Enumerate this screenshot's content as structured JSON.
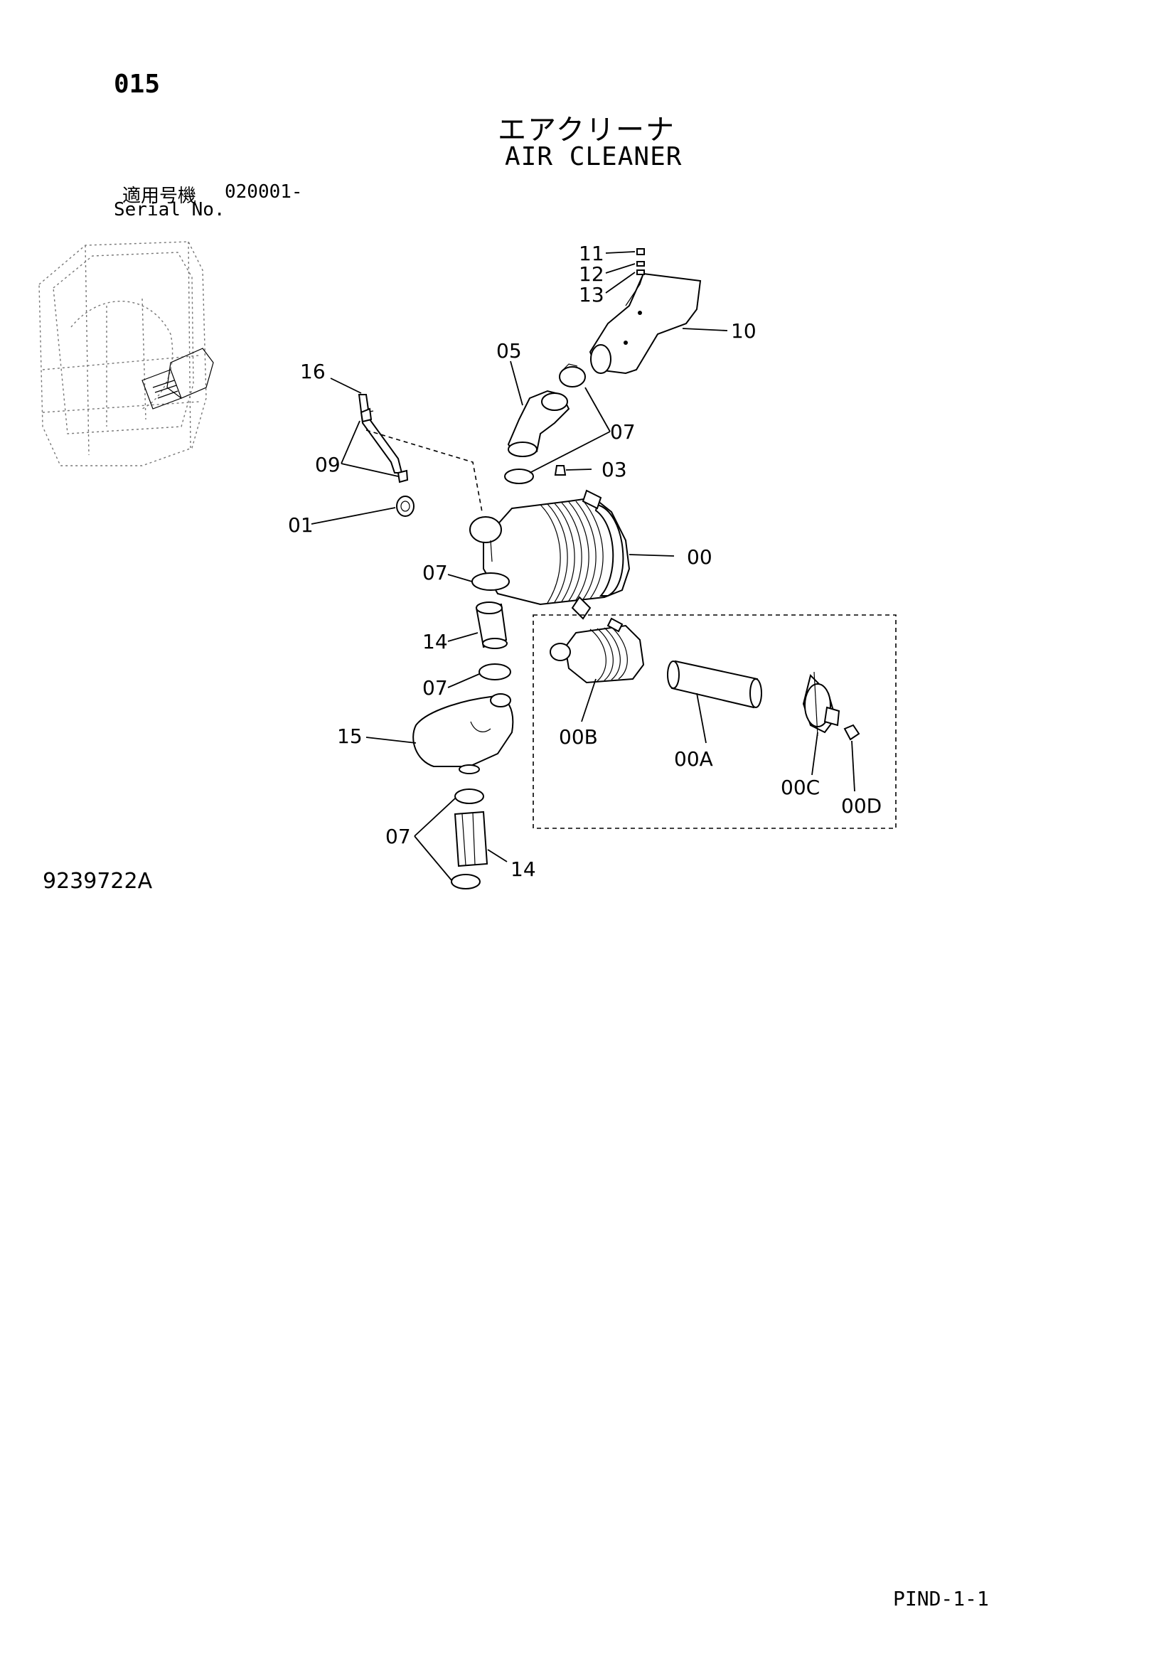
{
  "header": {
    "page_number": "015",
    "title_jp": "エアクリーナ",
    "title_en": "AIR CLEANER",
    "serial_label_jp": "適用号機",
    "serial_value": "020001-",
    "serial_label_en": "Serial No."
  },
  "diagram": {
    "callouts": [
      "11",
      "12",
      "13",
      "10",
      "05",
      "16",
      "07",
      "09",
      "03",
      "01",
      "00",
      "07",
      "14",
      "07",
      "15",
      "07",
      "14",
      "00B",
      "00A",
      "00C",
      "00D"
    ]
  },
  "footer": {
    "drawing_number": "9239722A",
    "page_code": "PIND-1-1"
  }
}
